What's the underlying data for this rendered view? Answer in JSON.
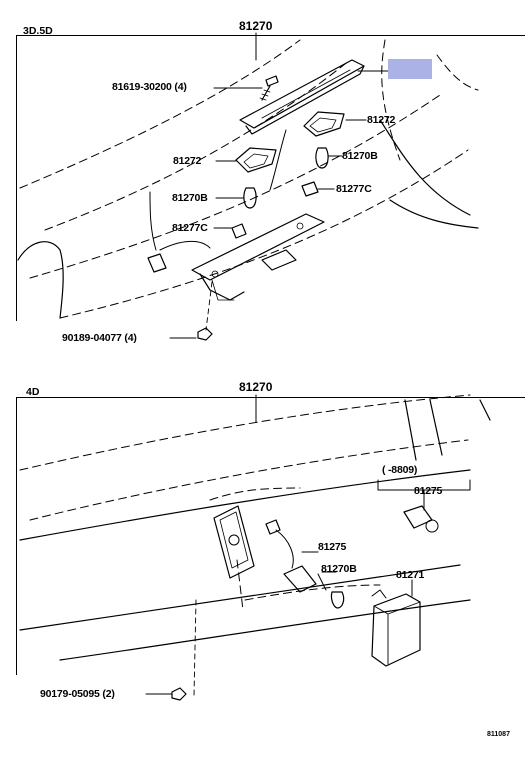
{
  "top": {
    "variant": "3D.5D",
    "assembly": "81270",
    "parts": {
      "screw": "81619-30200 (4)",
      "cover_a": "81272",
      "cover_b": "81272",
      "bulb_a": "81270B",
      "bulb_b": "81270B",
      "socket_a": "81277C",
      "socket_b": "81277C",
      "nut": "90189-04077 (4)"
    }
  },
  "bottom": {
    "variant": "4D",
    "assembly": "81270",
    "range": "( -8809)",
    "parts": {
      "socket_upper": "81275",
      "socket_lower": "81275",
      "bulb": "81270B",
      "lens": "81271",
      "nut": "90179-05095 (2)"
    }
  },
  "figure_code": "811087",
  "colors": {
    "line": "#000000",
    "highlight": "#aab2e6"
  }
}
